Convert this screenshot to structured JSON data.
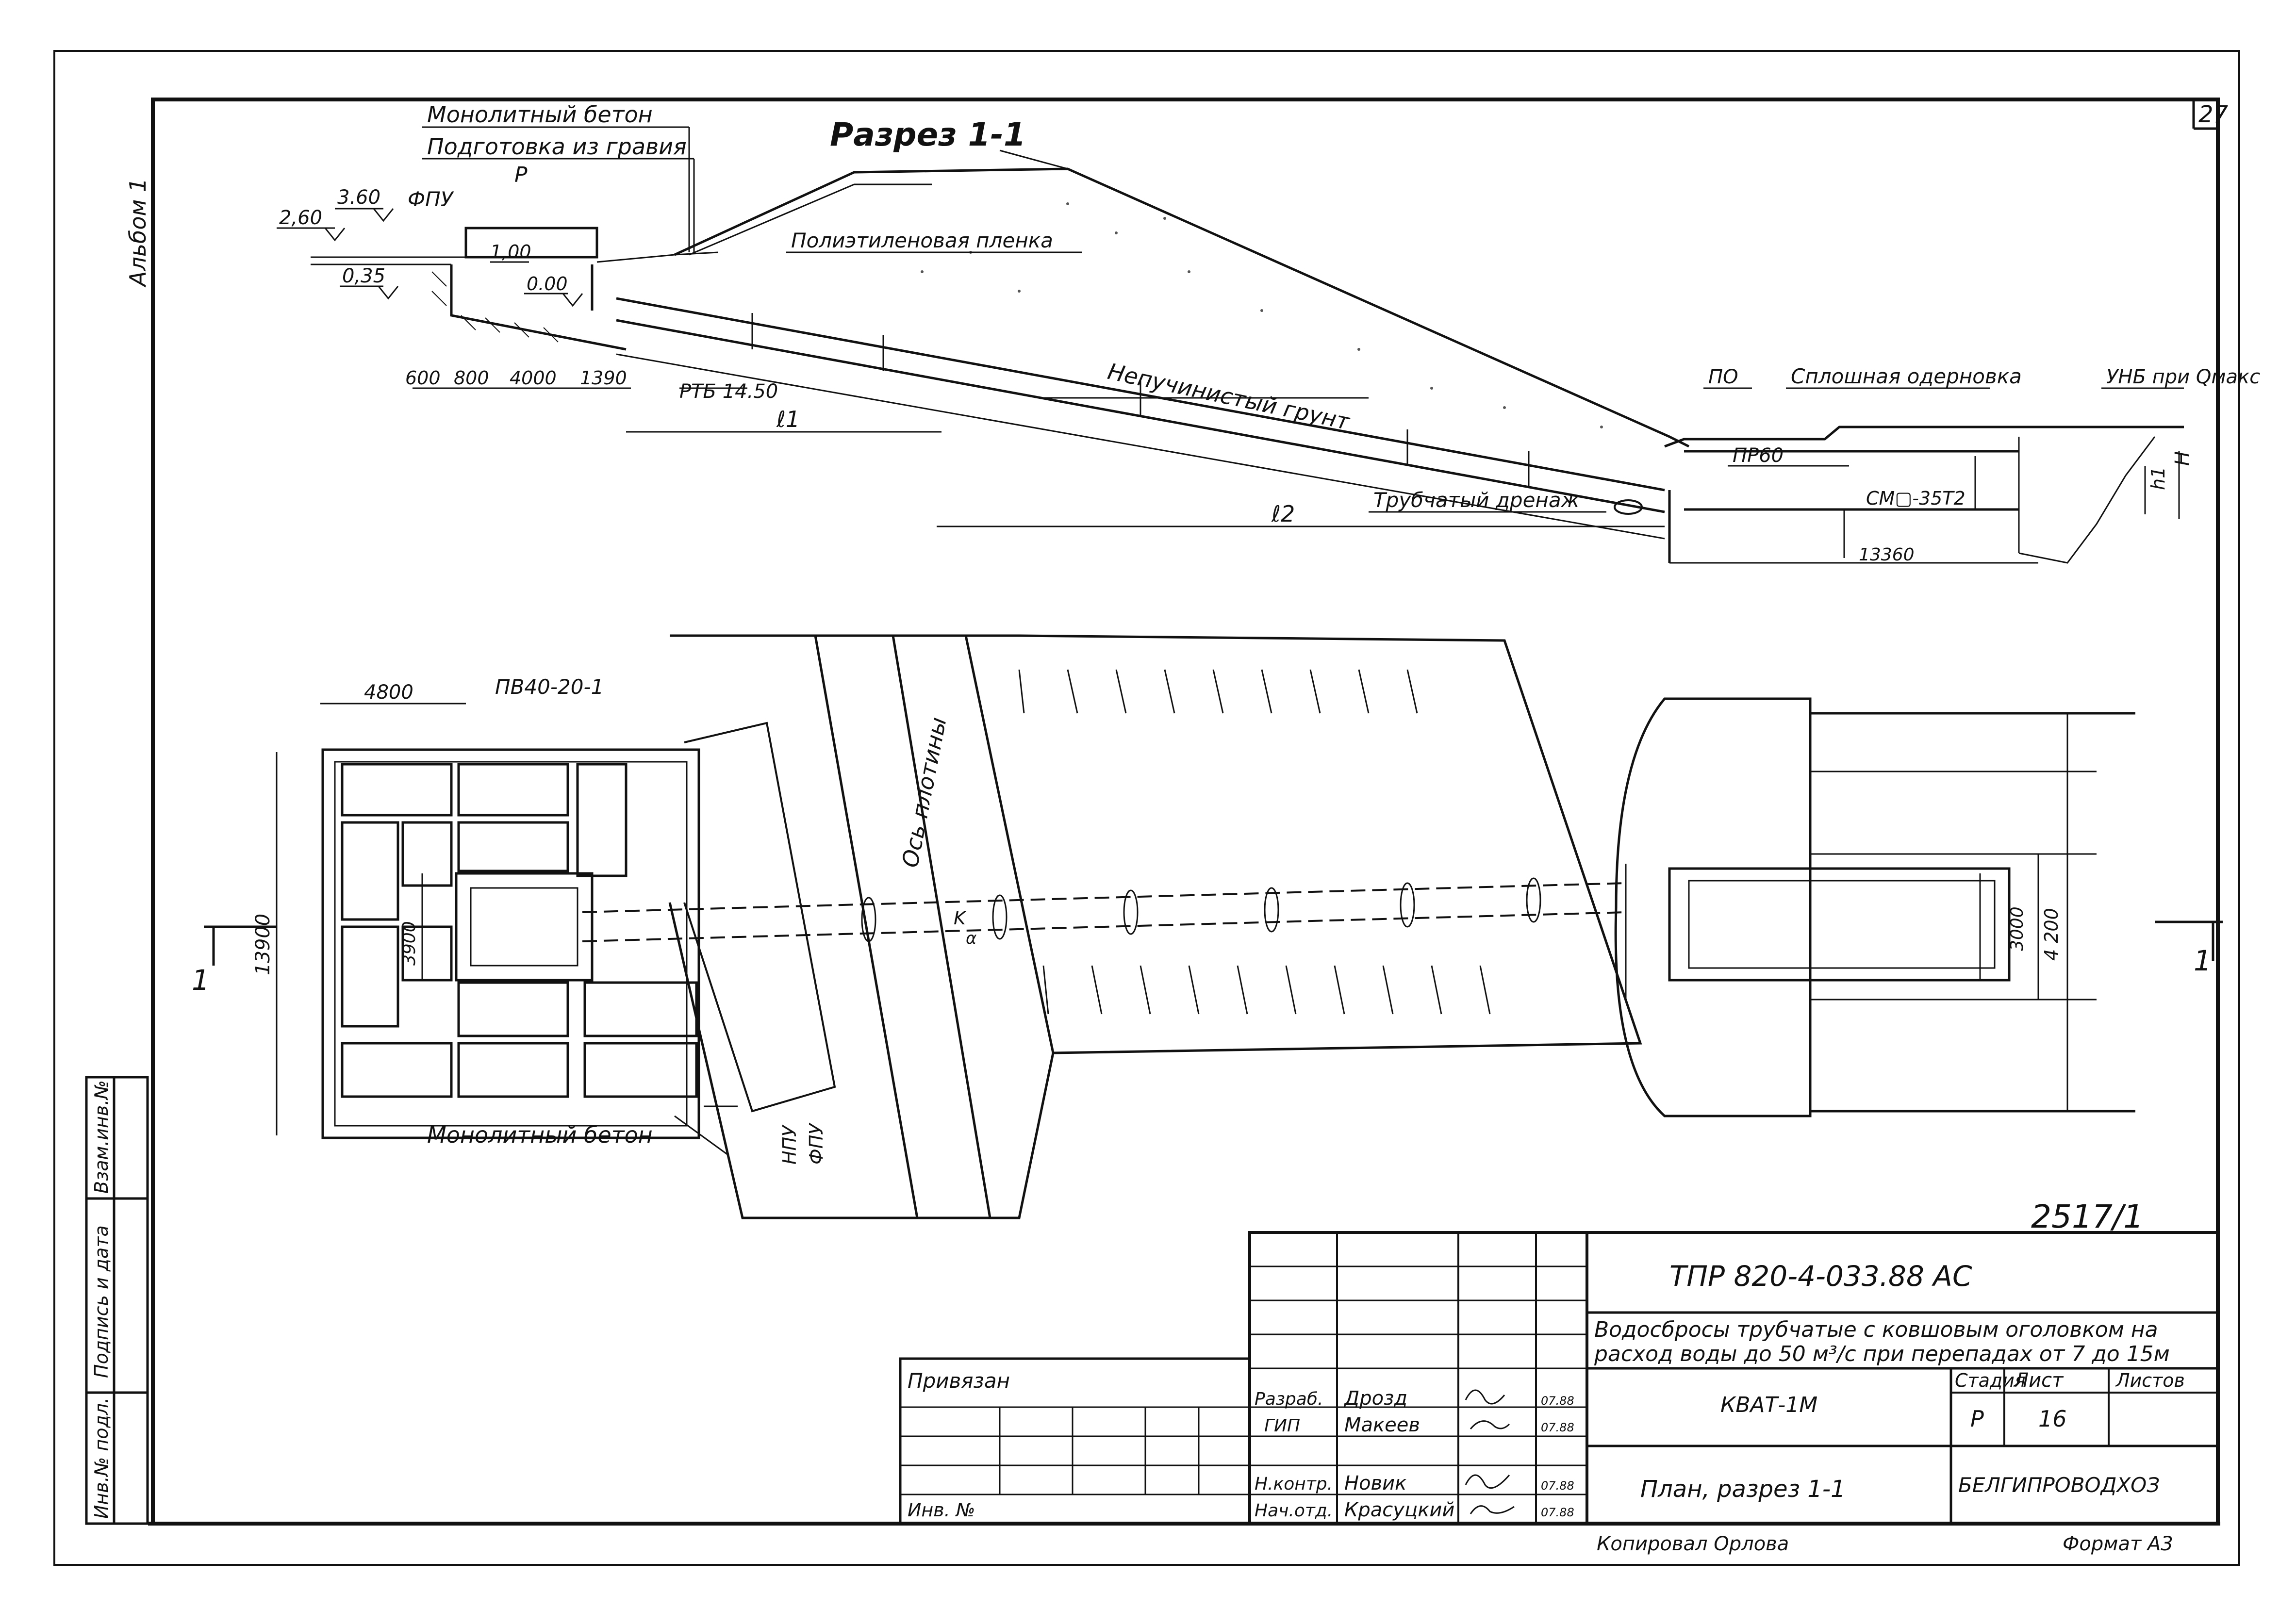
{
  "sheet_no": "27",
  "album": "Альбом 1",
  "section": {
    "title": "Разрез 1-1",
    "notes": {
      "monolith": "Монолитный бетон",
      "gravel": "Подготовка из гравия",
      "film": "Полиэтиленовая пленка",
      "soil": "Непучинистый грунт",
      "drain": "Трубчатый дренаж",
      "po": "ПО",
      "lining": "Сплошная одерновка",
      "unb": "УНБ при Qмакс",
      "pr60": "ПР60",
      "rtb": "РТБ 14.50",
      "cm": "СМ▢-35Т2"
    },
    "marks": {
      "p": "Р",
      "fpu": "ФПУ",
      "e360": "3.60",
      "e260": "2,60",
      "e035": "0,35",
      "e100": "1,00",
      "e000": "0.00",
      "h": "H",
      "h1": "h1"
    },
    "dims": {
      "d600": "600",
      "d800": "800",
      "d4000": "4000",
      "d1390": "1390",
      "l1": "ℓ1",
      "l2": "ℓ2",
      "d13360": "13360"
    }
  },
  "plan": {
    "label_pv": "ПВ40-20-1",
    "monolith": "Монолитный бетон",
    "dam_axis": "Ось плотины",
    "npu": "НПУ",
    "fpu": "ФПУ",
    "sec_mark": "1",
    "k": "K",
    "alpha": "α",
    "dims": {
      "d4800": "4800",
      "d13900": "13900",
      "d3900": "3900",
      "d3000": "3000",
      "d4200": "4 200"
    }
  },
  "side_stamp": {
    "inv": "Инв.№ подл.",
    "sign": "Подпись и дата",
    "vzam": "Взам.инв.№"
  },
  "title_block": {
    "archive_no": "2517/1",
    "code": "ТПР 820-4-033.88  АС",
    "desc_line1": "Водосбросы трубчатые с ковшовым оголовком на",
    "desc_line2": "расход воды до 50 м³/с при перепадах от 7 до 15м",
    "project": "КВАТ-1М",
    "sheet_title": "План, разрез 1-1",
    "org": "БЕЛГИПРОВОДХОЗ",
    "stage_h": "Стадия",
    "sheet_h": "Лист",
    "sheets_h": "Листов",
    "stage_v": "Р",
    "sheet_v": "16",
    "privyazan": "Привязан",
    "inv": "Инв. №",
    "roles": [
      {
        "role": "Разраб.",
        "name": "Дрозд",
        "date": "07.88"
      },
      {
        "role": "ГИП",
        "name": "Макеев",
        "date": "07.88"
      },
      {
        "role": "Н.контр.",
        "name": "Новик",
        "date": "07.88"
      },
      {
        "role": "Нач.отд.",
        "name": "Красуцкий",
        "date": "07.88"
      }
    ],
    "copied": "Копировал Орлова",
    "format": "Формат А3"
  }
}
